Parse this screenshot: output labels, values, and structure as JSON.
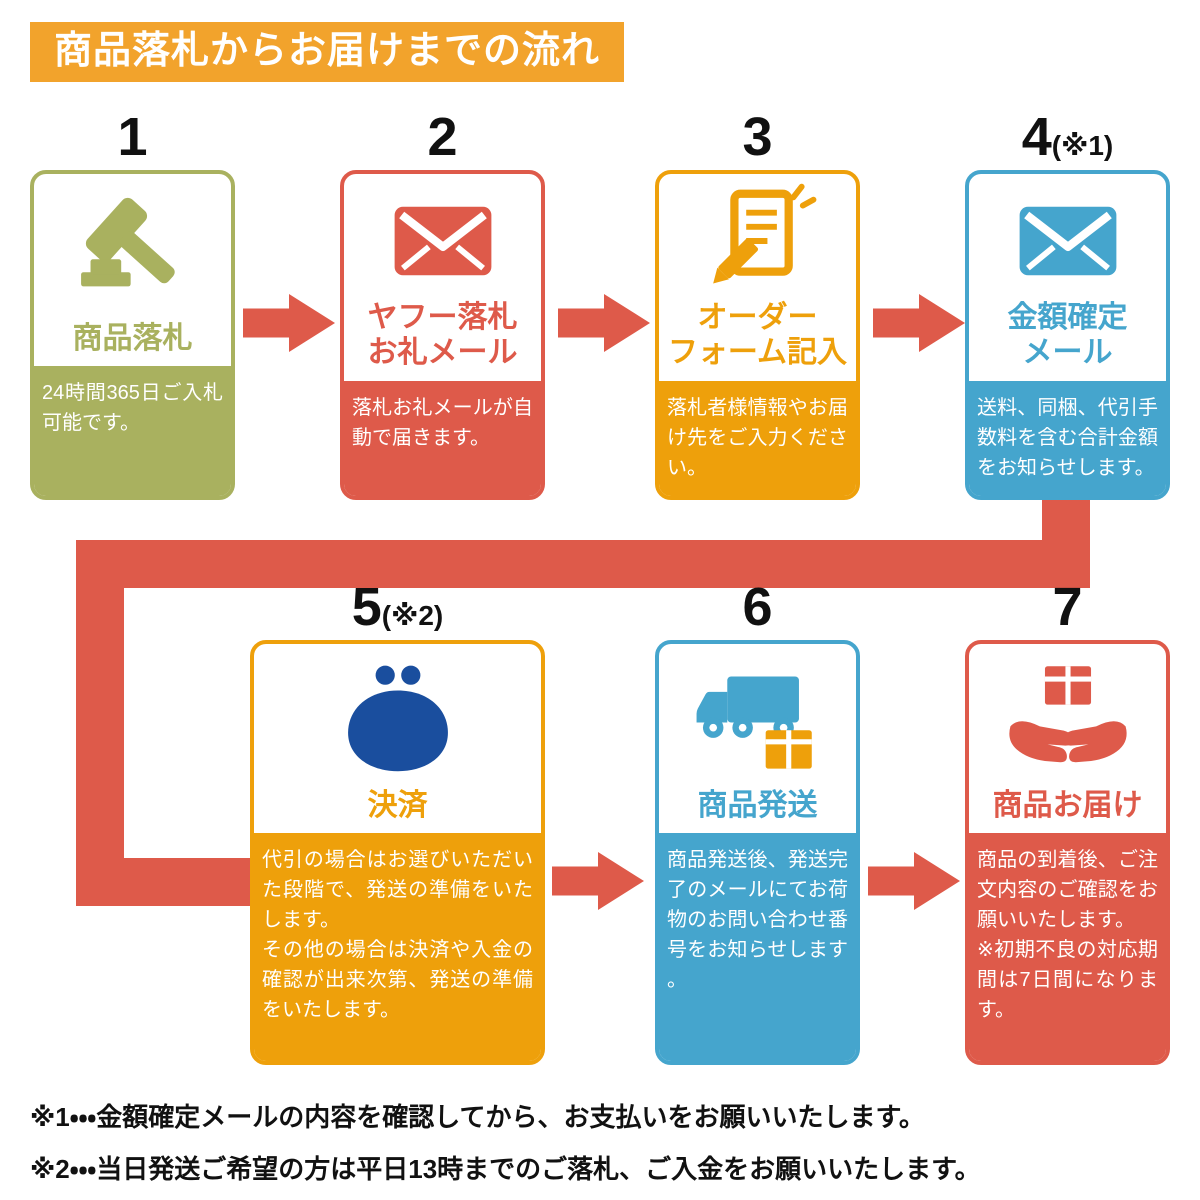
{
  "header": {
    "title": "商品落札からお届けまでの流れ",
    "bg_color": "#F2A32C"
  },
  "arrow_color": "#DE5A4A",
  "icon_colors": {
    "purse": "#1A4E9E",
    "box": "#EEA00B"
  },
  "steps": [
    {
      "number": "1",
      "number_note": "",
      "color": "#A9B15F",
      "icon": "gavel-icon",
      "title": "商品落札",
      "body": "24時間365日ご入札可能です。"
    },
    {
      "number": "2",
      "number_note": "",
      "color": "#DE5A4A",
      "icon": "mail-icon",
      "title": "ヤフー落札\nお礼メール",
      "body": "落札お礼メールが自動で届きます。"
    },
    {
      "number": "3",
      "number_note": "",
      "color": "#EEA00B",
      "icon": "order-form-icon",
      "title": "オーダー\nフォーム記入",
      "body": "落札者様情報やお届け先をご入力ください。"
    },
    {
      "number": "4",
      "number_note": "(※1)",
      "color": "#45A5CD",
      "icon": "mail-icon",
      "title": "金額確定\nメール",
      "body": "送料、同梱、代引手数料を含む合計金額をお知らせします。"
    },
    {
      "number": "5",
      "number_note": "(※2)",
      "color": "#EEA00B",
      "icon": "purse-icon",
      "title": "決済",
      "body": "代引の場合はお選びいただいた段階で、発送の準備をいたします。\nその他の場合は決済や入金の確認が出来次第、発送の準備をいたします。"
    },
    {
      "number": "6",
      "number_note": "",
      "color": "#45A5CD",
      "icon": "truck-icon",
      "title": "商品発送",
      "body": "商品発送後、発送完了のメールにてお荷物のお問い合わせ番号をお知らせします。"
    },
    {
      "number": "7",
      "number_note": "",
      "color": "#DE5A4A",
      "icon": "delivery-hands-icon",
      "title": "商品お届け",
      "body": "商品の到着後、ご注文内容のご確認をお願いいたします。\n※初期不良の対応期間は7日間になります。"
    }
  ],
  "footnotes": [
    "※1・・・金額確定メールの内容を確認してから、お支払いをお願いいたします。",
    "※2・・・当日発送ご希望の方は平日13時までのご落札、ご入金をお願いいたします。"
  ]
}
